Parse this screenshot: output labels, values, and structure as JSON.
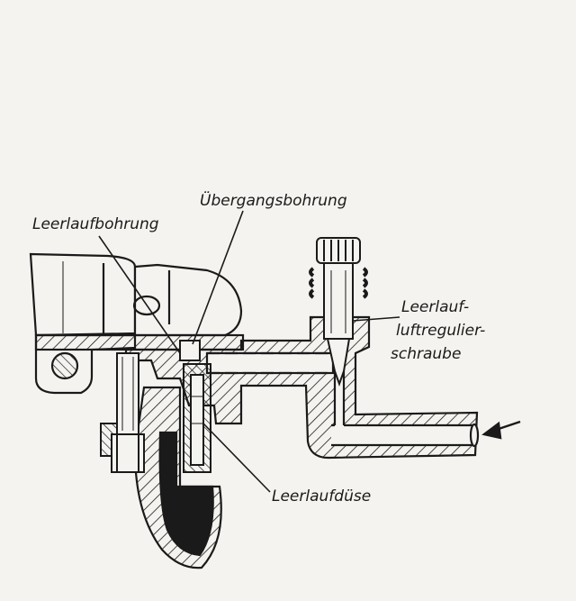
{
  "labels": {
    "uebergangsbohrung": "Übergangsbohrung",
    "leerlaufbohrung": "Leerlaufbohrung",
    "leerlaufluft_line1": "Leerlauf-",
    "leerlaufluft_line2": "luftregulier-",
    "leerlaufluft_line3": "schraube",
    "leerlaufduese": "Leerlaufdüse"
  },
  "colors": {
    "ink": "#1a1a1a",
    "paper": "#f4f3ef"
  }
}
